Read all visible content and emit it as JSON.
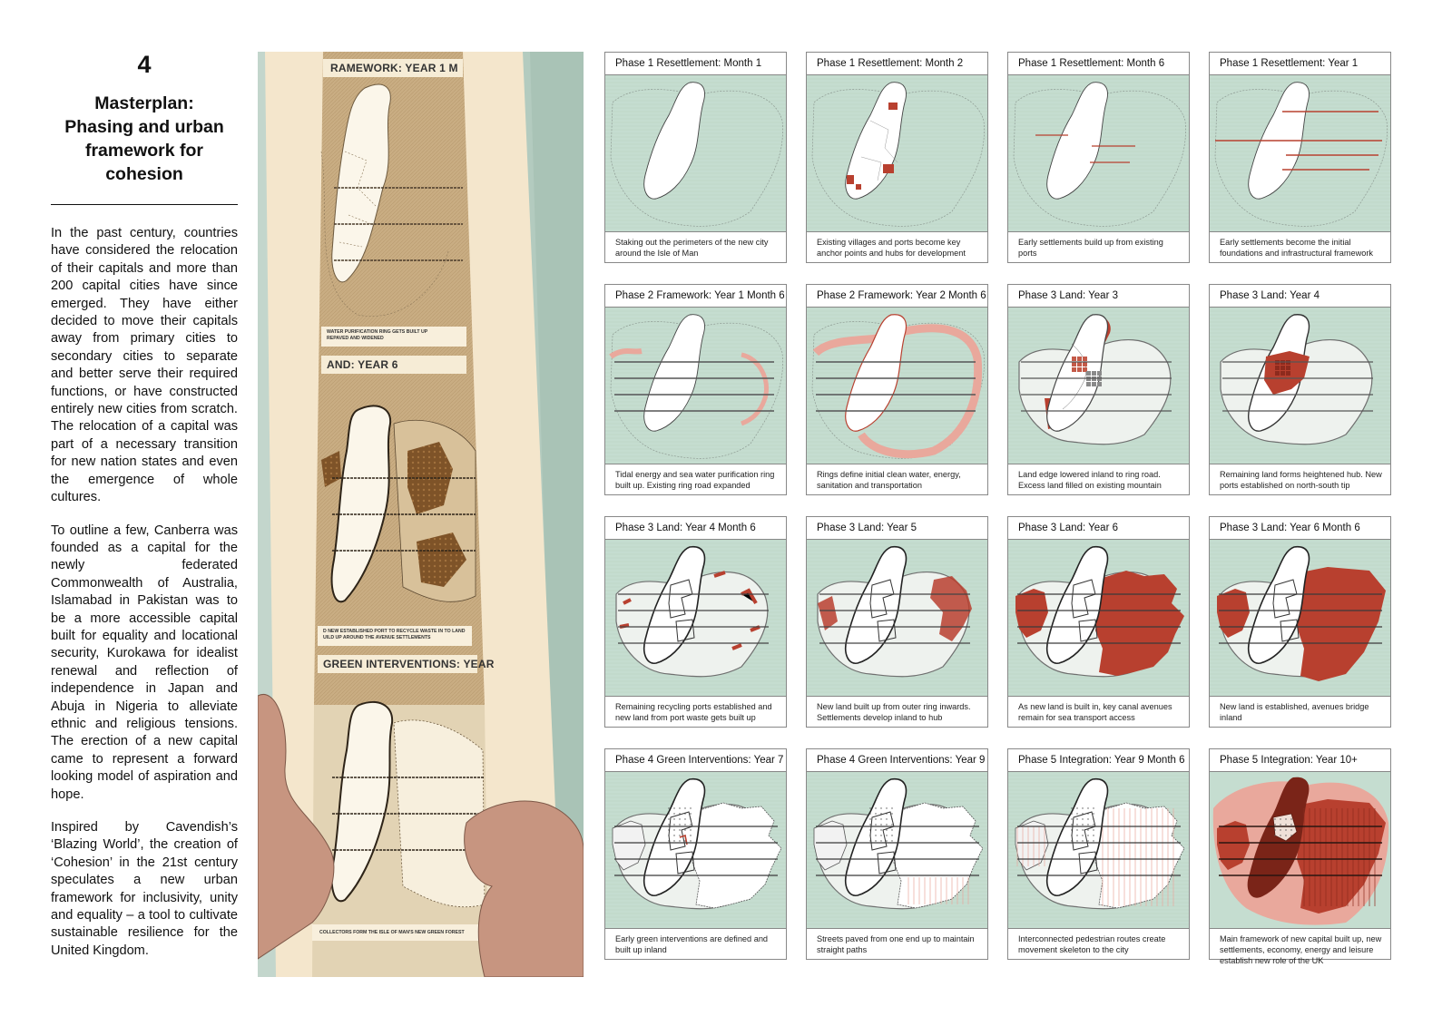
{
  "page_number": "4",
  "title_lines": [
    "Masterplan:",
    "Phasing and urban",
    "framework for",
    "cohesion"
  ],
  "paragraphs": [
    "In the past century, countries have considered the relocation of their capitals and more than 200 capital cities have since emerged. They have either decided to move their capitals away from primary cities to secondary cities to separate and better serve their required functions, or have constructed entirely new cities from scratch. The relocation of a capital was part of a necessary transition for new nation states and even the emergence of whole cultures.",
    "To outline a few, Canberra was founded as a capital for the newly federated Commonwealth of Australia, Islamabad in Pakistan was to be a more accessible capital built for equality and locational security, Kurokawa for idealist renewal and reflection of independence in Japan and Abuja in Nigeria to alleviate ethnic and religious tensions. The erection of a new capital came to represent a forward looking model of aspiration and hope.",
    "Inspired by Cavendish’s ‘Blazing World’, the creation of ‘Cohesion’ in the 21st century speculates a new urban framework for inclusivity, unity and equality – a tool to cultivate sustainable resilience for the United Kingdom."
  ],
  "scroll": {
    "headings": [
      "RAMEWORK: YEAR 1 M",
      "AND: YEAR 6",
      "GREEN INTERVENTIONS: YEAR"
    ],
    "captions": [
      "WATER PURIFICATION RING GETS BUILT UP",
      "REPAVED AND WIDENED",
      "D NEW ESTABLISHED PORT TO RECYCLE WASTE IN TO LAND",
      "UILD UP AROUND THE AVENUE SETTLEMENTS",
      "COLLECTORS FORM THE ISLE OF MAN'S NEW GREEN FOREST"
    ]
  },
  "colors": {
    "sea": "#c5ddd0",
    "land_new": "#b8402f",
    "land_pink": "#e9a89c",
    "scroll_paper": "#f5ead2",
    "scroll_brown": "#cbb28a",
    "hand": "#c79580"
  },
  "phases": [
    {
      "title": "Phase 1 Resettlement: Month 1",
      "caption": "Staking out the perimeters of the new city around the Isle of Man"
    },
    {
      "title": "Phase 1 Resettlement: Month 2",
      "caption": "Existing villages and ports become key anchor points and hubs for development"
    },
    {
      "title": "Phase 1 Resettlement: Month 6",
      "caption": "Early settlements build up from existing ports"
    },
    {
      "title": "Phase 1 Resettlement: Year 1",
      "caption": "Early settlements become the initial foundations and infrastructural framework"
    },
    {
      "title": "Phase 2 Framework: Year 1 Month 6",
      "caption": "Tidal energy and sea water purification ring built up. Existing ring road expanded"
    },
    {
      "title": "Phase 2 Framework: Year 2 Month 6",
      "caption": "Rings define initial clean water, energy, sanitation and transportation"
    },
    {
      "title": "Phase 3 Land: Year 3",
      "caption": "Land edge lowered inland to ring road. Excess land filled on existing mountain"
    },
    {
      "title": "Phase 3 Land: Year 4",
      "caption": "Remaining land forms heightened hub. New ports established on north-south tip"
    },
    {
      "title": "Phase 3 Land: Year 4 Month 6",
      "caption": "Remaining recycling ports established and new land from port waste gets built up"
    },
    {
      "title": "Phase 3 Land: Year 5",
      "caption": "New land built up from outer ring inwards. Settlements develop inland to hub"
    },
    {
      "title": "Phase 3 Land: Year 6",
      "caption": "As new land is built in, key canal avenues remain for sea transport access"
    },
    {
      "title": "Phase 3 Land: Year 6 Month 6",
      "caption": "New land is established, avenues bridge inland"
    },
    {
      "title": "Phase 4 Green Interventions: Year 7",
      "caption": "Early green interventions are defined and built up inland"
    },
    {
      "title": "Phase 4 Green Interventions: Year 9",
      "caption": "Streets paved from one end up to maintain straight paths"
    },
    {
      "title": "Phase 5 Integration: Year 9 Month 6",
      "caption": "Interconnected pedestrian routes create movement skeleton to the city"
    },
    {
      "title": "Phase 5 Integration: Year 10+",
      "caption": "Main framework of new capital built up, new settlements, economy, energy and leisure establish new role of the UK"
    }
  ]
}
